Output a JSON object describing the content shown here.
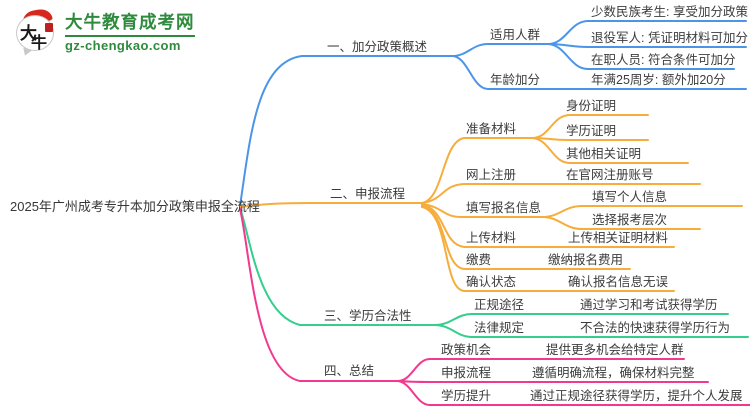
{
  "logo": {
    "icon_char_1": "大",
    "icon_char_2": "牛",
    "site_name": "大牛教育成考网",
    "site_domain": "gz-chengkao.com",
    "brand_green": "#2e8b3e",
    "brand_red": "#d8281e"
  },
  "root_label": "2025年广州成考专升本加分政策申报全流程",
  "colors": {
    "text": "#3c3c3c",
    "background": "#ffffff"
  },
  "branches": [
    {
      "label": "一、加分政策概述",
      "color": "#4b95e8",
      "nodes": [
        {
          "label": "适用人群",
          "leaves": [
            "少数民族考生: 享受加分政策",
            "退役军人: 凭证明材料可加分",
            "在职人员: 符合条件可加分"
          ]
        },
        {
          "label": "年龄加分",
          "leaves": [
            "年满25周岁: 额外加20分"
          ]
        }
      ]
    },
    {
      "label": "二、申报流程",
      "color": "#f6ad3c",
      "nodes": [
        {
          "label": "准备材料",
          "leaves": [
            "身份证明",
            "学历证明",
            "其他相关证明"
          ]
        },
        {
          "label": "网上注册",
          "leaves": [
            "在官网注册账号"
          ]
        },
        {
          "label": "填写报名信息",
          "leaves": [
            "填写个人信息",
            "选择报考层次"
          ]
        },
        {
          "label": "上传材料",
          "leaves": [
            "上传相关证明材料"
          ]
        },
        {
          "label": "缴费",
          "leaves": [
            "缴纳报名费用"
          ]
        },
        {
          "label": "确认状态",
          "leaves": [
            "确认报名信息无误"
          ]
        }
      ]
    },
    {
      "label": "三、学历合法性",
      "color": "#34cf8d",
      "nodes": [
        {
          "label": "正规途径",
          "leaves": [
            "通过学习和考试获得学历"
          ]
        },
        {
          "label": "法律规定",
          "leaves": [
            "不合法的快速获得学历行为"
          ]
        }
      ]
    },
    {
      "label": "四、总结",
      "color": "#f2388f",
      "nodes": [
        {
          "label": "政策机会",
          "leaves": [
            "提供更多机会给特定人群"
          ]
        },
        {
          "label": "申报流程",
          "leaves": [
            "遵循明确流程，确保材料完整"
          ]
        },
        {
          "label": "学历提升",
          "leaves": [
            "通过正规途径获得学历，提升个人发展"
          ]
        }
      ]
    }
  ]
}
